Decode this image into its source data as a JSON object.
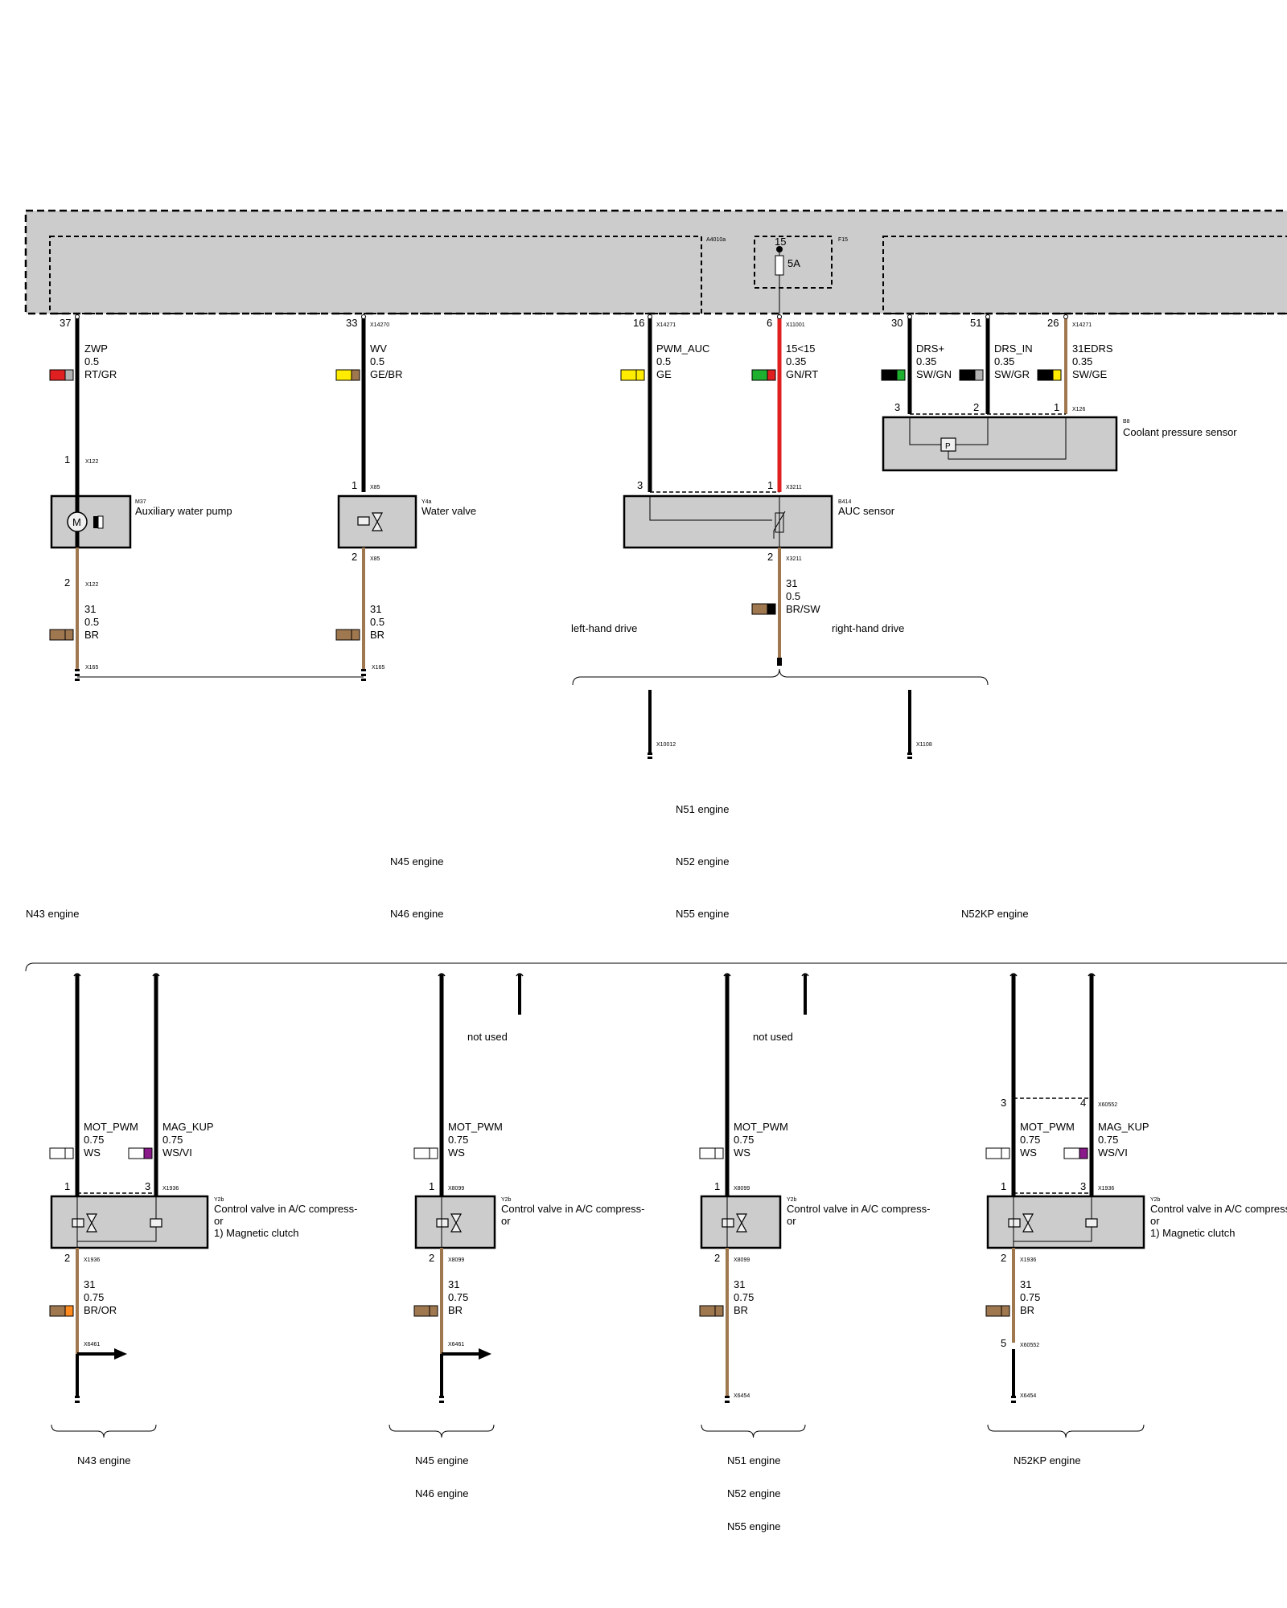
{
  "wire_colors": {
    "SW": "#000000",
    "RT": "#e02020",
    "GR": "#b3b3b3",
    "GE": "#ffec00",
    "BR": "#a07850",
    "GN": "#20b030",
    "WS": "#ffffff",
    "VI": "#8a1a8a",
    "OR": "#ff8a1e"
  },
  "control_unit": {
    "fuse": {
      "label": "F15",
      "terminal": "15",
      "rating": "5A"
    },
    "sub_label": "A4010a"
  },
  "pins": [
    {
      "n": "37",
      "conn": ""
    },
    {
      "n": "33",
      "conn": "X14270"
    },
    {
      "n": "16",
      "conn": "X14271"
    },
    {
      "n": "6",
      "conn": "X11001"
    },
    {
      "n": "30",
      "conn": ""
    },
    {
      "n": "51",
      "conn": ""
    },
    {
      "n": "26",
      "conn": "X14271"
    }
  ],
  "wires": [
    {
      "signal": "ZWP",
      "size": "0.5",
      "color": "RT/GR"
    },
    {
      "signal": "WV",
      "size": "0.5",
      "color": "GE/BR"
    },
    {
      "signal": "PWM_AUC",
      "size": "0.5",
      "color": "GE"
    },
    {
      "signal": "15<15",
      "size": "0.35",
      "color": "GN/RT"
    },
    {
      "signal": "DRS+",
      "size": "0.35",
      "color": "SW/GN"
    },
    {
      "signal": "DRS_IN",
      "size": "0.35",
      "color": "SW/GR"
    },
    {
      "signal": "31EDRS",
      "size": "0.35",
      "color": "SW/GE"
    }
  ],
  "components": {
    "coolant_sensor": {
      "id": "B8",
      "name": "Coolant pressure sensor",
      "conn": "X126",
      "pins": [
        "3",
        "2",
        "1"
      ]
    },
    "aux_pump": {
      "id": "M37",
      "name": "Auxiliary water pump",
      "conn": "X122",
      "pin_top": "1",
      "pin_bottom": "2"
    },
    "water_valve": {
      "id": "Y4a",
      "name": "Water valve",
      "conn": "X85",
      "pin_top": "1",
      "pin_bottom": "2"
    },
    "auc_sensor": {
      "id": "B414",
      "name": "AUC sensor",
      "conn": "X3211",
      "pin_left": "3",
      "pin_right": "1",
      "pin_bottom": "2"
    }
  },
  "ground_wires": [
    {
      "signal": "31",
      "size": "0.5",
      "color": "BR"
    },
    {
      "signal": "31",
      "size": "0.5",
      "color": "BR"
    },
    {
      "signal": "31",
      "size": "0.5",
      "color": "BR/SW"
    }
  ],
  "ground_conn": "X165",
  "drive": {
    "left": "left-hand drive",
    "right": "right-hand drive",
    "left_conn": "X10012",
    "right_conn": "X1108"
  },
  "engine_labels": {
    "n51": "N51 engine",
    "n45": "N45 engine",
    "n52": "N52 engine",
    "n43": "N43 engine",
    "n46": "N46 engine",
    "n55": "N55 engine",
    "n52kp": "N52KP engine"
  },
  "compressor_section": {
    "not_used": "not used",
    "valve_id": "Y2b",
    "valve_name": "Control valve in A/C compress-",
    "valve_or": "or",
    "clutch_note": "1)    Magnetic clutch",
    "mot_pwm": {
      "signal": "MOT_PWM",
      "size": "0.75",
      "color": "WS"
    },
    "mag_kup": {
      "signal": "MAG_KUP",
      "size": "0.75",
      "color": "WS/VI"
    },
    "variants": [
      {
        "engines": [
          "N43 engine"
        ],
        "ground_color": "BR/OR",
        "ground_conn": "X6461",
        "conn": "X1936",
        "has_clutch": true
      },
      {
        "engines": [
          "N45 engine",
          "N46 engine"
        ],
        "ground_color": "BR",
        "ground_conn": "X6461",
        "conn": "X8099",
        "has_clutch": false
      },
      {
        "engines": [
          "N51 engine",
          "N52 engine",
          "N55 engine"
        ],
        "ground_color": "BR",
        "ground_conn": "X6454",
        "conn": "X8099",
        "has_clutch": false
      },
      {
        "engines": [
          "N52KP engine"
        ],
        "ground_color": "BR",
        "ground_conn": "X6454",
        "conn": "X1936",
        "has_clutch": true,
        "sep_conn": "X60552",
        "sep_pins": [
          "3",
          "4",
          "5"
        ]
      }
    ],
    "ground": {
      "signal": "31",
      "size": "0.75"
    },
    "pins": {
      "top_a": "1",
      "top_b": "3",
      "bottom": "2"
    }
  }
}
